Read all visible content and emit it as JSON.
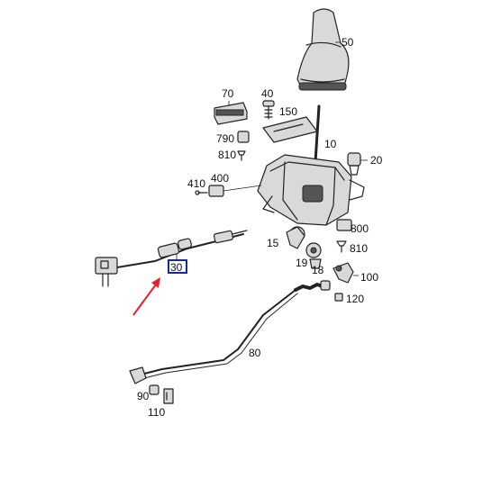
{
  "labels": {
    "p50": "50",
    "p70": "70",
    "p40": "40",
    "p150": "150",
    "p790": "790",
    "p810a": "810",
    "p10": "10",
    "p20": "20",
    "p410": "410",
    "p400": "400",
    "p800": "800",
    "p810b": "810",
    "p15": "15",
    "p19": "19",
    "p18": "18",
    "p100": "100",
    "p120": "120",
    "p30": "30",
    "p80": "80",
    "p90": "90",
    "p110": "110"
  },
  "colors": {
    "highlight_box": "#1a2a8c",
    "arrow": "#e8202a",
    "line": "#222222"
  },
  "highlighted_part": "30"
}
